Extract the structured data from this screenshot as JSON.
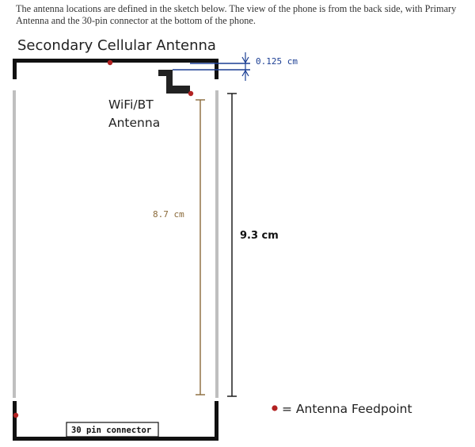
{
  "intro_text": "The antenna locations are defined in the sketch below. The view of the phone is from the back side, with Primary Antenna and the 30-pin connector at the bottom of the phone.",
  "labels": {
    "secondary_antenna": "Secondary Cellular Antenna",
    "wifi_bt_line1": "WiFi/BT",
    "wifi_bt_line2": "Antenna",
    "gap_dimension": "0.125 cm",
    "inner_dimension": "8.7 cm",
    "outer_dimension": "9.3 cm",
    "connector": "30 pin connector",
    "legend": "= Antenna Feedpoint"
  },
  "colors": {
    "feedpoint": "#b22222",
    "gap_dimension": "#1c3f94",
    "inner_dimension": "#8a6a3a",
    "outer_dimension": "#111111",
    "outline": "#111111",
    "side_bar": "#bfbfbf"
  }
}
